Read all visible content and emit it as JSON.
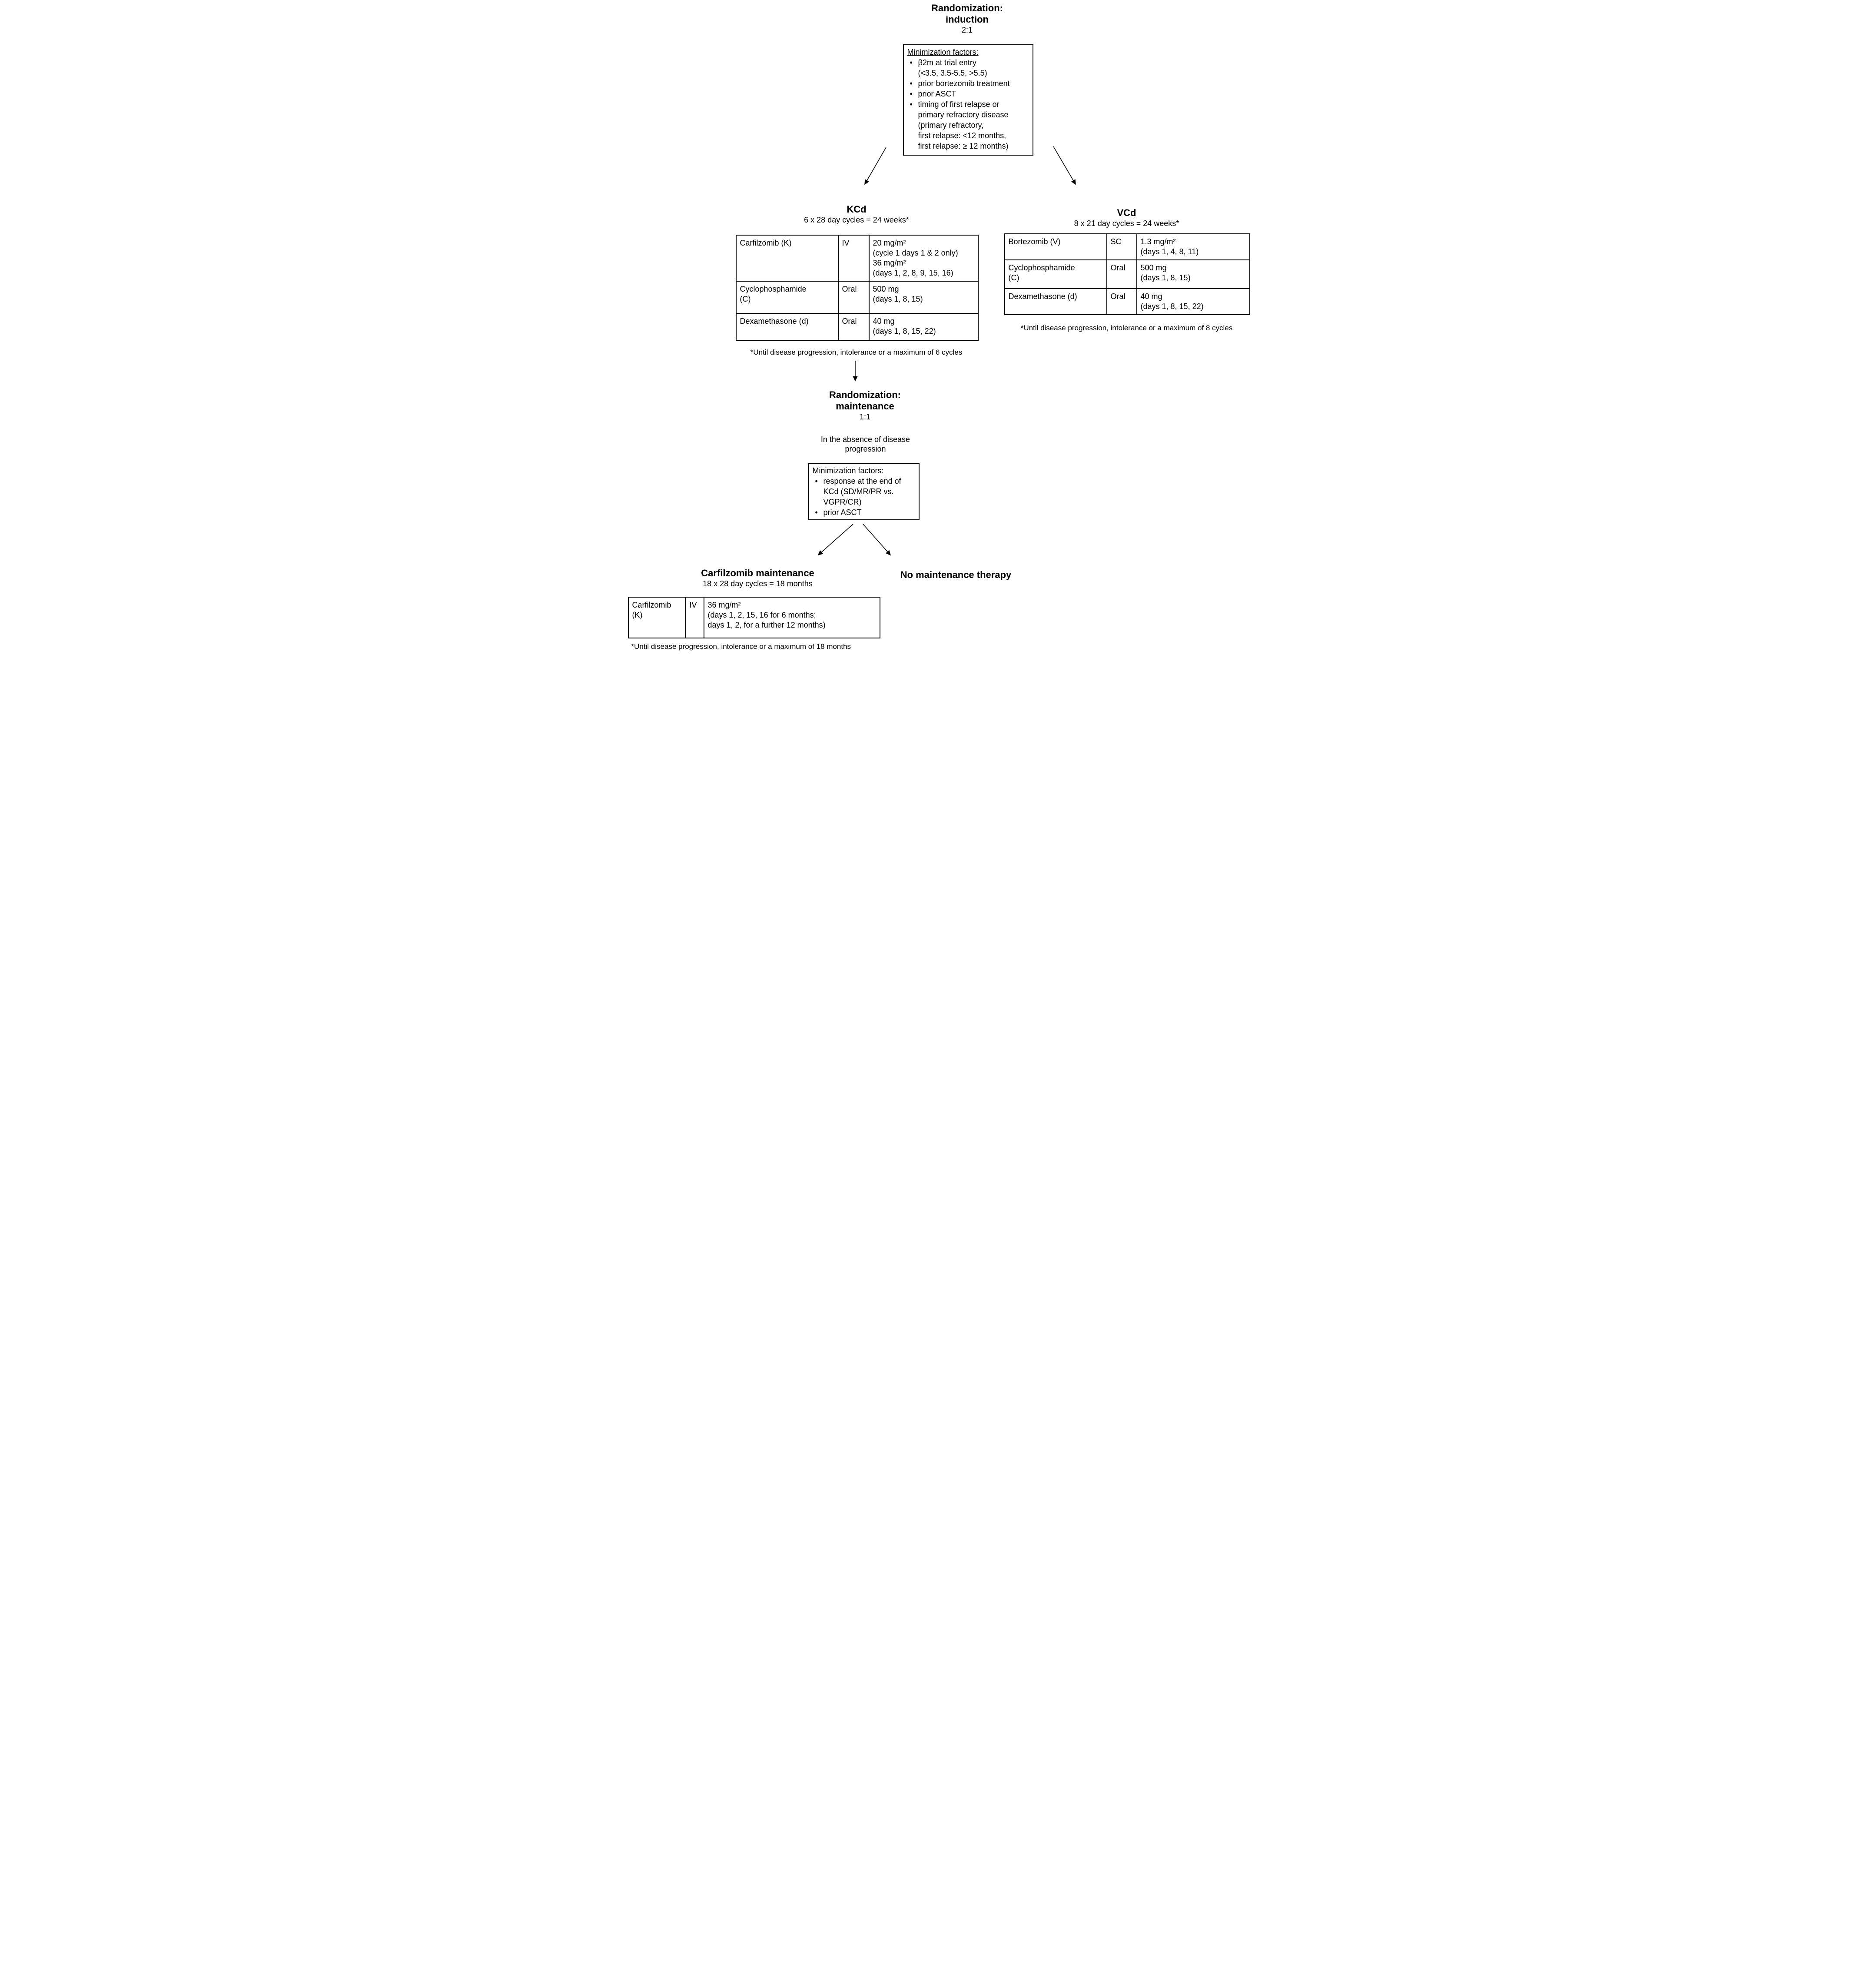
{
  "page": {
    "background_color": "#ffffff",
    "text_color": "#000000",
    "line_color": "#000000"
  },
  "induction": {
    "title_line1": "Randomization:",
    "title_line2": "induction",
    "ratio": "2:1",
    "min_box": {
      "heading": "Minimization factors:",
      "bullets": [
        "β2m at trial entry\n(<3.5, 3.5-5.5, >5.5)",
        "prior bortezomib treatment",
        "prior ASCT",
        "timing of first relapse or\nprimary refractory disease\n(primary refractory,\nfirst relapse: <12 months,\nfirst relapse: ≥ 12 months)"
      ]
    }
  },
  "kcd": {
    "title": "KCd",
    "subtitle": "6 x 28 day cycles = 24 weeks*",
    "rows": [
      {
        "drug": "Carfilzomib (K)",
        "route": "IV",
        "dose": "20 mg/m²\n(cycle 1 days 1 & 2 only)\n36 mg/m²\n(days 1, 2, 8, 9, 15, 16)"
      },
      {
        "drug": "Cyclophosphamide\n(C)",
        "route": "Oral",
        "dose": "500 mg\n(days 1, 8, 15)"
      },
      {
        "drug": "Dexamethasone (d)",
        "route": "Oral",
        "dose": "40 mg\n(days 1, 8, 15, 22)"
      }
    ],
    "footnote": "*Until disease progression, intolerance or a maximum of 6 cycles"
  },
  "vcd": {
    "title": "VCd",
    "subtitle": "8 x 21 day cycles = 24 weeks*",
    "rows": [
      {
        "drug": "Bortezomib (V)",
        "route": "SC",
        "dose": "1.3 mg/m²\n(days 1, 4, 8, 11)"
      },
      {
        "drug": "Cyclophosphamide\n(C)",
        "route": "Oral",
        "dose": "500 mg\n(days 1, 8, 15)"
      },
      {
        "drug": "Dexamethasone (d)",
        "route": "Oral",
        "dose": "40 mg\n(days 1, 8, 15, 22)"
      }
    ],
    "footnote": "*Until disease progression, intolerance or a maximum of 8 cycles"
  },
  "maintenance_randomization": {
    "title_line1": "Randomization:",
    "title_line2": "maintenance",
    "ratio": "1:1",
    "condition": "In the absence of disease\nprogression",
    "min_box": {
      "heading": "Minimization factors:",
      "bullets": [
        "response at the end of\nKCd (SD/MR/PR vs.\nVGPR/CR)",
        "prior ASCT"
      ]
    }
  },
  "carfilzomib_maintenance": {
    "title": "Carfilzomib maintenance",
    "subtitle": "18 x 28 day cycles = 18 months",
    "rows": [
      {
        "drug": "Carfilzomib\n(K)",
        "route": "IV",
        "dose": "36 mg/m²\n(days 1, 2, 15, 16 for 6 months;\ndays 1, 2, for a further 12 months)"
      }
    ],
    "footnote": "*Until disease progression, intolerance or a maximum of 18 months"
  },
  "no_maintenance": {
    "label": "No maintenance therapy"
  }
}
